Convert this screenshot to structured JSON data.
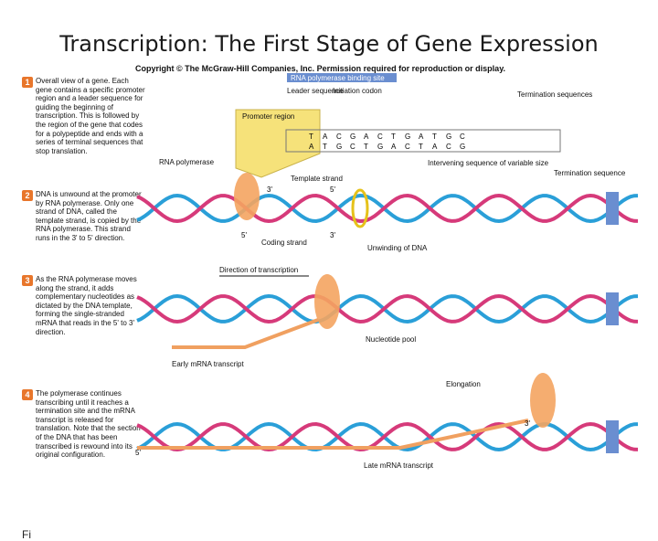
{
  "title": "Transcription:  The First Stage of Gene Expression",
  "footnote": "Fi",
  "credit": "Copyright © The McGraw-Hill Companies, Inc. Permission required for reproduction or display.",
  "steps": [
    {
      "num": "1",
      "text": "Overall view of a gene. Each gene contains a specific promoter region and a leader sequence for guiding the beginning of transcription. This is followed by the region of the gene that codes for a polypeptide and ends with a series of terminal sequences that stop translation."
    },
    {
      "num": "2",
      "text": "DNA is unwound at the promoter by RNA polymerase. Only one strand of DNA, called the template strand, is copied by the RNA polymerase. This strand runs in the 3' to 5' direction."
    },
    {
      "num": "3",
      "text": "As the RNA polymerase moves along the strand, it adds complementary nucleotides as dictated by the DNA template, forming the single-stranded mRNA that reads in the 5' to 3' direction."
    },
    {
      "num": "4",
      "text": "The polymerase continues transcribing until it reaches a termination site and the mRNA transcript is released for translation. Note that the section of the DNA that has been transcribed is rewound into its original configuration."
    }
  ],
  "labels": {
    "binding_site": "RNA polymerase binding site",
    "leader": "Leader sequence",
    "initiation": "Initiation codon",
    "termination_seq": "Termination sequences",
    "promoter": "Promoter region",
    "rna_polymerase": "RNA polymerase",
    "template_strand": "Template strand",
    "intervening": "Intervening sequence of variable size",
    "termination_sequence": "Termination sequence",
    "coding_strand": "Coding strand",
    "unwinding": "Unwinding of DNA",
    "direction": "Direction of transcription",
    "nucleotide_pool": "Nucleotide pool",
    "early_mrna": "Early mRNA transcript",
    "elongation": "Elongation",
    "late_mrna": "Late mRNA transcript",
    "three_prime": "3'",
    "five_prime": "5'"
  },
  "bases_top": [
    "T",
    "A",
    "C",
    "G",
    "A",
    "C",
    "T",
    "G",
    "A",
    "T",
    "G",
    "C"
  ],
  "bases_bottom": [
    "A",
    "T",
    "G",
    "C",
    "T",
    "G",
    "A",
    "C",
    "T",
    "A",
    "C",
    "G"
  ],
  "colors": {
    "strand_blue": "#2a9fd8",
    "strand_pink": "#d63a7a",
    "polymerase": "#f4a460",
    "promoter": "#f6e27a",
    "box": "#6a8ed0",
    "step_badge": "#e8762b"
  }
}
